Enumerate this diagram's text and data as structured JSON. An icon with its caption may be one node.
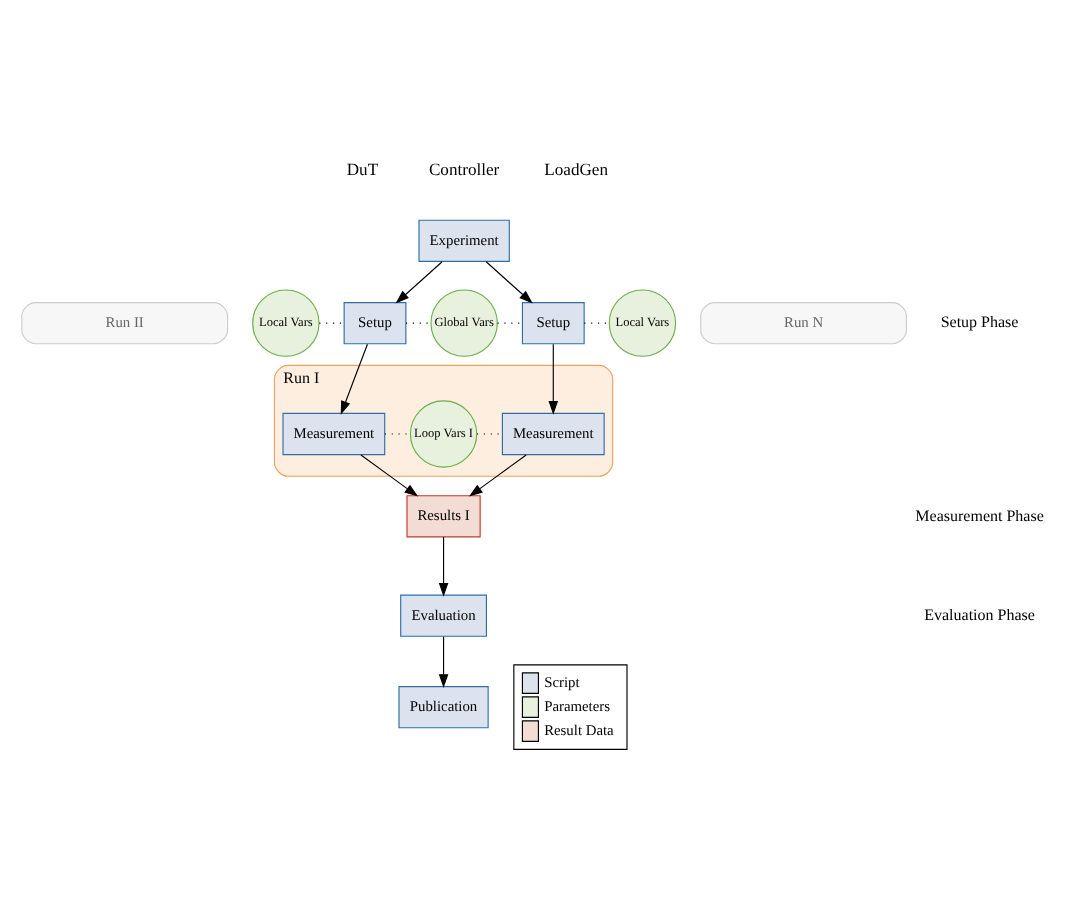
{
  "diagram": {
    "nodes": [
      {
        "text": [
          "Experiment"
        ]
      },
      {
        "text": [
          "Local Vars"
        ]
      },
      {
        "text": [
          "Setup"
        ]
      },
      {
        "text": [
          "Global Vars"
        ]
      },
      {
        "text": [
          "Setup"
        ]
      },
      {
        "text": [
          "Local Vars"
        ]
      },
      {
        "text": [
          "Run N"
        ]
      },
      {
        "text": [
          "Run II"
        ]
      },
      {
        "text": [
          "Run I"
        ]
      },
      {
        "text": [
          "Measurement"
        ],
        "in": 8
      },
      {
        "text": [
          "Loop Vars I"
        ],
        "in": 8
      },
      {
        "text": [
          "Measurement"
        ],
        "in": 8
      },
      {
        "text": [
          "Results I"
        ]
      },
      {
        "text": [
          "Evaluation"
        ]
      },
      {
        "text": [
          "Publication"
        ]
      }
    ],
    "edges": [
      {
        "from": 0,
        "to": 2,
        "arrow": "to"
      },
      {
        "from": 0,
        "to": 4,
        "arrow": "to"
      },
      {
        "from": 1,
        "to": 2,
        "arrow": "none",
        "style": "dashed"
      },
      {
        "from": 2,
        "to": 3,
        "arrow": "none",
        "style": "dashed"
      },
      {
        "from": 3,
        "to": 4,
        "arrow": "none",
        "style": "dashed"
      },
      {
        "from": 4,
        "to": 5,
        "arrow": "none",
        "style": "dashed"
      },
      {
        "from": 2,
        "to": 9,
        "arrow": "to"
      },
      {
        "from": 4,
        "to": 11,
        "arrow": "to"
      },
      {
        "from": 9,
        "to": 10,
        "arrow": "none",
        "style": "dashed"
      },
      {
        "from": 10,
        "to": 11,
        "arrow": "none",
        "style": "dashed"
      },
      {
        "from": 9,
        "to": 12,
        "arrow": "to"
      },
      {
        "from": 11,
        "to": 12,
        "arrow": "to"
      },
      {
        "from": 12,
        "to": 13,
        "arrow": "to"
      },
      {
        "from": 13,
        "to": 14,
        "arrow": "to"
      }
    ],
    "labels": [
      "DuT",
      "Controller",
      "LoadGen",
      "Setup Phase",
      "Measurement Phase",
      "Evaluation Phase"
    ],
    "legend": [
      {
        "text": "Script",
        "color": "#dce3ef"
      },
      {
        "text": "Parameters",
        "color": "#e8f0de"
      },
      {
        "text": "Result Data",
        "color": "#f3dcd4"
      }
    ]
  }
}
